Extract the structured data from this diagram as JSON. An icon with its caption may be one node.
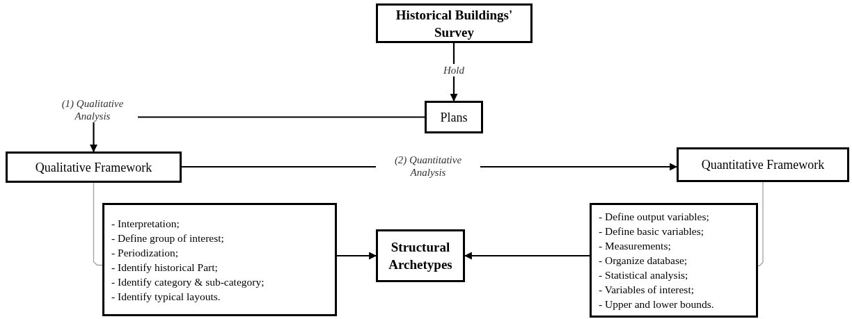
{
  "diagram": {
    "nodes": [
      {
        "text": [
          "Historical Buildings' Survey"
        ]
      },
      {
        "text": [
          "Plans"
        ]
      },
      {
        "text": [
          "Qualitative Framework"
        ]
      },
      {
        "text": [
          "Quantitative Framework"
        ]
      },
      {
        "text": [
          "- Interpretation;",
          "- Define group of interest;",
          "- Periodization;",
          "- Identify historical Part;",
          "- Identify category & sub-category;",
          "- Identify typical layouts."
        ]
      },
      {
        "text": [
          "Structural Archetypes"
        ]
      },
      {
        "text": [
          "- Define output variables;",
          "- Define basic variables;",
          "- Measurements;",
          "- Organize database;",
          "- Statistical analysis;",
          "- Variables of interest;",
          "- Upper and lower bounds."
        ]
      }
    ],
    "edges": [
      {
        "from": 0,
        "to": 1,
        "arrow": "to",
        "label": "Hold"
      },
      {
        "from": 1,
        "to": 2,
        "arrow": "to",
        "label": "(1) Qualitative Analysis"
      },
      {
        "from": 2,
        "to": 3,
        "arrow": "to",
        "label": "(2) Quantitative Analysis"
      },
      {
        "from": 2,
        "to": 4,
        "arrow": "none",
        "color": "#a0a0a0"
      },
      {
        "from": 3,
        "to": 6,
        "arrow": "none",
        "color": "#a0a0a0"
      },
      {
        "from": 4,
        "to": 5,
        "arrow": "to"
      },
      {
        "from": 6,
        "to": 5,
        "arrow": "to"
      }
    ]
  }
}
